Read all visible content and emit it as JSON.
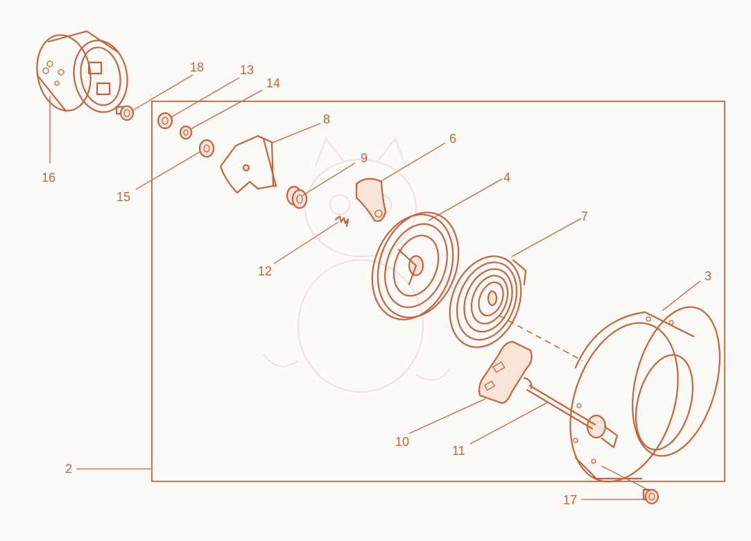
{
  "colors": {
    "line": "#c8623c",
    "background": "#fcfaf6",
    "watermark": "#e9e2da"
  },
  "callouts": {
    "c2": "2",
    "c3": "3",
    "c4": "4",
    "c6": "6",
    "c7": "7",
    "c8": "8",
    "c9": "9",
    "c10": "10",
    "c11": "11",
    "c12": "12",
    "c13": "13",
    "c14": "14",
    "c15": "15",
    "c16": "16",
    "c17": "17",
    "c18": "18"
  }
}
